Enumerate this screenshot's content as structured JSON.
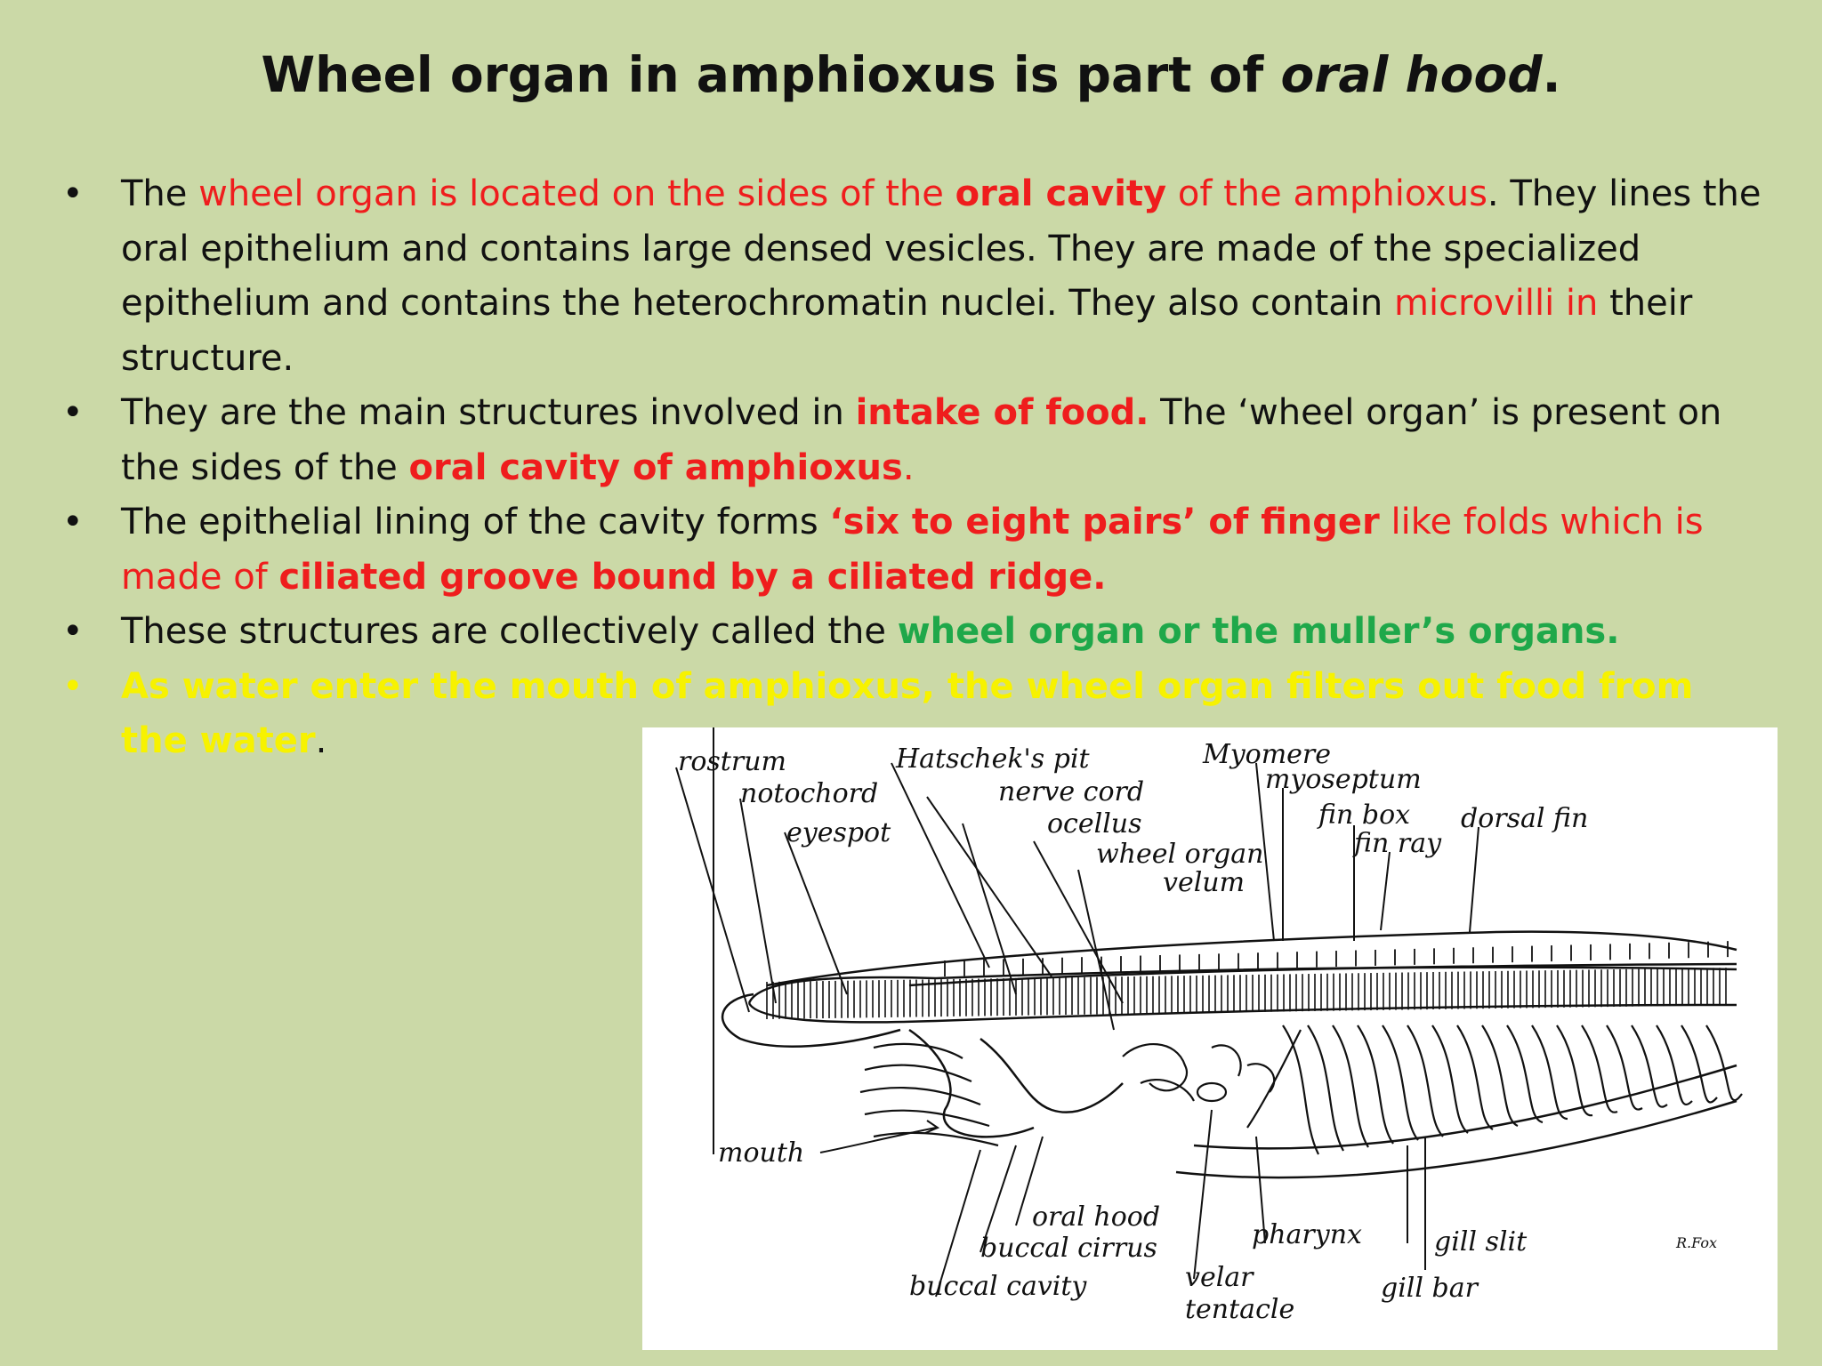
{
  "slide": {
    "title_main": "Wheel organ in amphioxus is part of ",
    "title_italic": "oral hood",
    "title_end": "."
  },
  "bullets": [
    {
      "segments": [
        {
          "text": "The ",
          "style": "plain"
        },
        {
          "text": "wheel organ is located on the sides of the ",
          "style": "red"
        },
        {
          "text": "oral cavity",
          "style": "red-bold"
        },
        {
          "text": " of the amphioxus",
          "style": "red"
        },
        {
          "text": ". They lines the oral epithelium and contains large densed vesicles. They are made of the specialized epithelium and contains the heterochromatin nuclei. They also contain ",
          "style": "plain"
        },
        {
          "text": "microvilli in",
          "style": "red"
        },
        {
          "text": " their structure.",
          "style": "plain"
        }
      ]
    },
    {
      "segments": [
        {
          "text": "They are the main structures involved in ",
          "style": "plain"
        },
        {
          "text": "intake of food.",
          "style": "red-bold"
        },
        {
          "text": " The ‘wheel organ’ is present on the sides of the ",
          "style": "plain"
        },
        {
          "text": "oral cavity of amphioxus",
          "style": "red-bold"
        },
        {
          "text": ".",
          "style": "red"
        }
      ]
    },
    {
      "segments": [
        {
          "text": "The epithelial lining of the cavity forms ",
          "style": "plain"
        },
        {
          "text": "‘six to eight pairs’ of finger",
          "style": "red-bold"
        },
        {
          "text": " like folds which is made of ",
          "style": "red"
        },
        {
          "text": "ciliated groove bound by a ciliated ridge.",
          "style": "red-bold"
        }
      ]
    },
    {
      "segments": [
        {
          "text": "These structures are collectively called the ",
          "style": "plain"
        },
        {
          "text": "wheel organ or the muller’s organs.",
          "style": "green"
        }
      ]
    },
    {
      "yellow_bullet": true,
      "segments": [
        {
          "text": "As water enter the mouth of amphioxus, the wheel organ filters out food from the water",
          "style": "yellow"
        },
        {
          "text": ".",
          "style": "plain"
        }
      ]
    }
  ],
  "bullet_glyph": "•",
  "diagram": {
    "labels": {
      "rostrum": "rostrum",
      "notochord": "notochord",
      "eyespot": "eyespot",
      "hatscheks_pit": "Hatschek's pit",
      "nerve_cord": "nerve cord",
      "ocellus": "ocellus",
      "wheel_organ": "wheel organ",
      "velum": "velum",
      "myomere": "Myomere",
      "myoseptum": "myoseptum",
      "fin_box": "fin box",
      "fin_ray": "fin ray",
      "dorsal_fin": "dorsal fin",
      "mouth": "mouth",
      "oral_hood": "oral hood",
      "buccal_cirrus": "buccal cirrus",
      "buccal_cavity": "buccal cavity",
      "velar_tentacle_1": "velar",
      "velar_tentacle_2": "tentacle",
      "pharynx": "pharynx",
      "gill_slit": "gill slit",
      "gill_bar": "gill bar",
      "artist_mark": "R.Fox"
    }
  },
  "colors": {
    "background": "#cbd9a7",
    "red": "#ef1d1d",
    "green": "#1fa84a",
    "yellow": "#f7f200"
  }
}
